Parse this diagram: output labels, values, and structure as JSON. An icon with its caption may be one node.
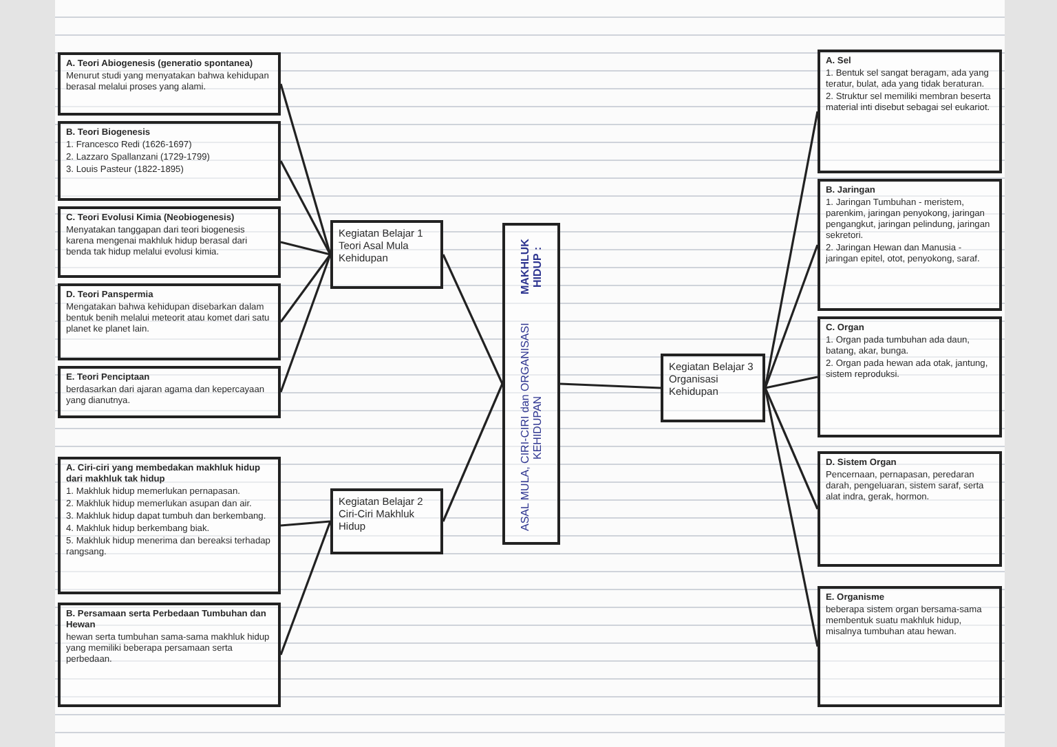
{
  "diagram": {
    "nodes": [
      {
        "text": [
          "MAKHLUK HIDUP :",
          "ASAL MULA, CIRI-CIRI dan ORGANISASI KEHIDUPAN"
        ]
      },
      {
        "text": [
          "Kegiatan Belajar 1 Teori Asal Mula Kehidupan"
        ]
      },
      {
        "text": [
          "Kegiatan Belajar 2 Ciri-Ciri Makhluk Hidup"
        ]
      },
      {
        "text": [
          "Kegiatan Belajar 3 Organisasi Kehidupan"
        ]
      },
      {
        "text": [
          "A. Teori Abiogenesis (generatio spontanea)",
          "Menurut studi yang menyatakan bahwa kehidupan berasal melalui proses yang alami."
        ]
      },
      {
        "text": [
          "B. Teori Biogenesis",
          "1. Francesco Redi (1626-1697)",
          "2. Lazzaro Spallanzani (1729-1799)",
          "3. Louis Pasteur (1822-1895)"
        ]
      },
      {
        "text": [
          "C. Teori Evolusi Kimia (Neobiogenesis)",
          "Menyatakan tanggapan dari teori biogenesis karena mengenai makhluk hidup berasal dari benda tak hidup melalui evolusi kimia."
        ]
      },
      {
        "text": [
          "D. Teori Panspermia",
          "Mengatakan bahwa kehidupan disebarkan dalam bentuk benih melalui meteorit atau komet dari satu planet ke planet lain."
        ]
      },
      {
        "text": [
          "E. Teori Penciptaan",
          "berdasarkan dari ajaran agama dan kepercayaan yang dianutnya."
        ]
      },
      {
        "text": [
          "A. Ciri-ciri yang membedakan makhluk hidup dari makhluk tak hidup",
          "1. Makhluk hidup memerlukan pernapasan.",
          "2. Makhluk hidup memerlukan asupan dan air.",
          "3. Makhluk hidup dapat tumbuh dan berkembang.",
          "4. Makhluk hidup berkembang biak.",
          "5. Makhluk hidup menerima dan bereaksi terhadap rangsang."
        ]
      },
      {
        "text": [
          "B. Persamaan serta Perbedaan Tumbuhan dan Hewan",
          "hewan serta tumbuhan sama-sama makhluk hidup yang memiliki beberapa persamaan serta perbedaan."
        ]
      },
      {
        "text": [
          "A. Sel",
          "1. Bentuk sel sangat beragam, ada yang teratur, bulat, ada yang tidak beraturan.",
          "2. Struktur sel memiliki membran beserta material inti disebut sebagai sel eukariot."
        ]
      },
      {
        "text": [
          "B. Jaringan",
          "1. Jaringan Tumbuhan - meristem, parenkim, jaringan penyokong, jaringan pengangkut, jaringan pelindung, jaringan sekretori.",
          "2. Jaringan Hewan dan Manusia - jaringan epitel, otot, penyokong, saraf."
        ]
      },
      {
        "text": [
          "C. Organ",
          "1. Organ pada tumbuhan ada daun, batang, akar, bunga.",
          "2. Organ pada hewan ada otak, jantung, sistem reproduksi."
        ]
      },
      {
        "text": [
          "D. Sistem Organ",
          "Pencernaan, pernapasan, peredaran darah, pengeluaran, sistem saraf, serta alat indra, gerak, hormon."
        ]
      },
      {
        "text": [
          "E. Organisme",
          "beberapa sistem organ bersama-sama membentuk suatu makhluk hidup, misalnya tumbuhan atau hewan."
        ]
      }
    ],
    "edges": [
      {
        "from": 1,
        "to": 0,
        "arrow": "none"
      },
      {
        "from": 2,
        "to": 0,
        "arrow": "none"
      },
      {
        "from": 0,
        "to": 3,
        "arrow": "none"
      },
      {
        "from": 4,
        "to": 1,
        "arrow": "none"
      },
      {
        "from": 5,
        "to": 1,
        "arrow": "none"
      },
      {
        "from": 6,
        "to": 1,
        "arrow": "none"
      },
      {
        "from": 7,
        "to": 1,
        "arrow": "none"
      },
      {
        "from": 8,
        "to": 1,
        "arrow": "none"
      },
      {
        "from": 9,
        "to": 2,
        "arrow": "none"
      },
      {
        "from": 10,
        "to": 2,
        "arrow": "none"
      },
      {
        "from": 3,
        "to": 11,
        "arrow": "none"
      },
      {
        "from": 3,
        "to": 12,
        "arrow": "none"
      },
      {
        "from": 3,
        "to": 13,
        "arrow": "none"
      },
      {
        "from": 3,
        "to": 14,
        "arrow": "none"
      },
      {
        "from": 3,
        "to": 15,
        "arrow": "none"
      }
    ]
  }
}
